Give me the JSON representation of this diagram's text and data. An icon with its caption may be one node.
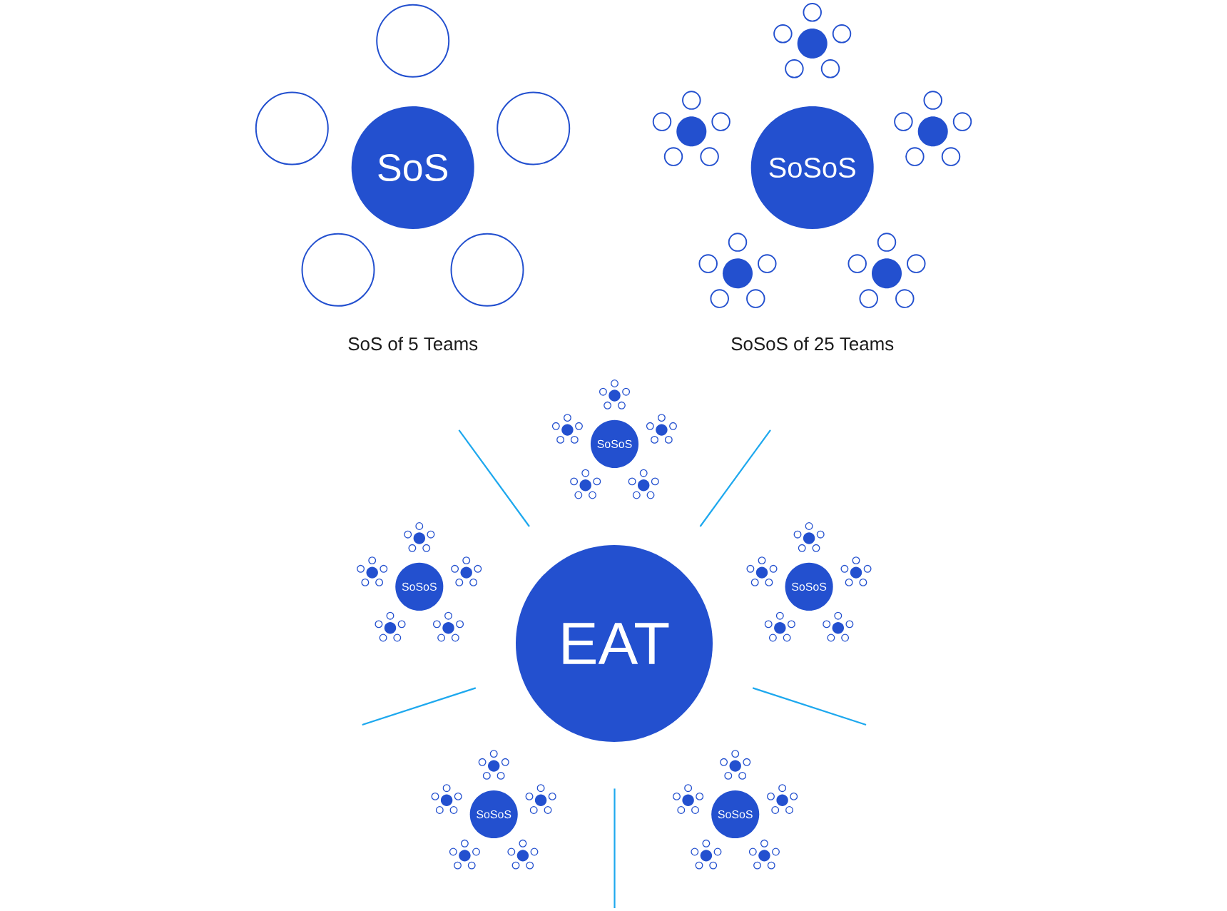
{
  "diagram": {
    "nodes": [
      {
        "text": [
          "SoS"
        ]
      },
      {
        "text": [],
        "shape": "circle"
      },
      {
        "text": [],
        "shape": "circle"
      },
      {
        "text": [],
        "shape": "circle"
      },
      {
        "text": [],
        "shape": "circle"
      },
      {
        "text": [],
        "shape": "circle"
      },
      {
        "text": [
          "SoSoS"
        ]
      },
      {
        "text": [
          "EAT"
        ]
      },
      {
        "text": [
          "SoSoS"
        ]
      },
      {
        "text": [
          "SoSoS"
        ]
      },
      {
        "text": [
          "SoSoS"
        ]
      },
      {
        "text": [
          "SoSoS"
        ]
      },
      {
        "text": [
          "SoSoS"
        ]
      }
    ],
    "labels": [
      "SoS of 5 Teams",
      "SoSoS of 25 Teams"
    ]
  }
}
